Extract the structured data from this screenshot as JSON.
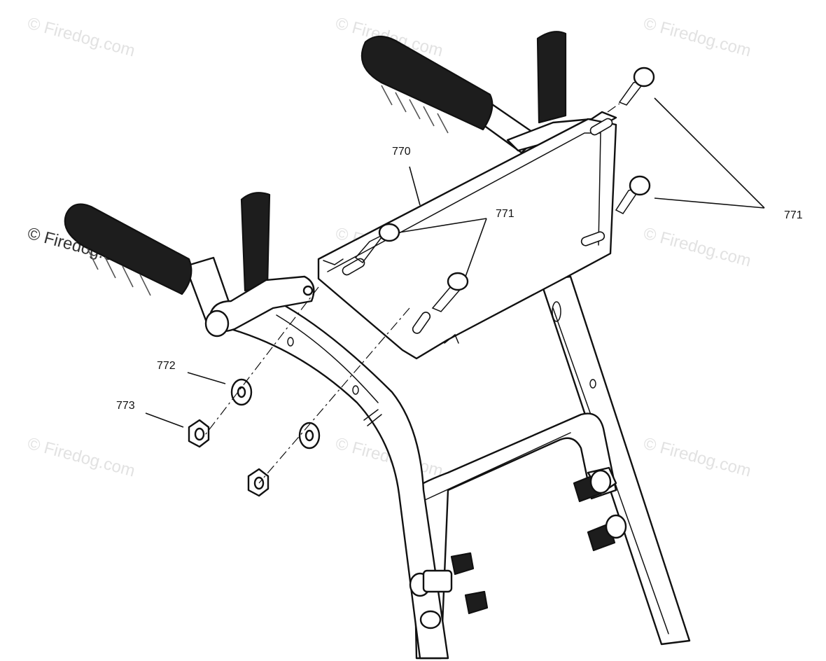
{
  "watermark": "© Firedog.com",
  "callouts": {
    "c770": "770",
    "c771a": "771",
    "c771b": "771",
    "c772": "772",
    "c773": "773"
  }
}
